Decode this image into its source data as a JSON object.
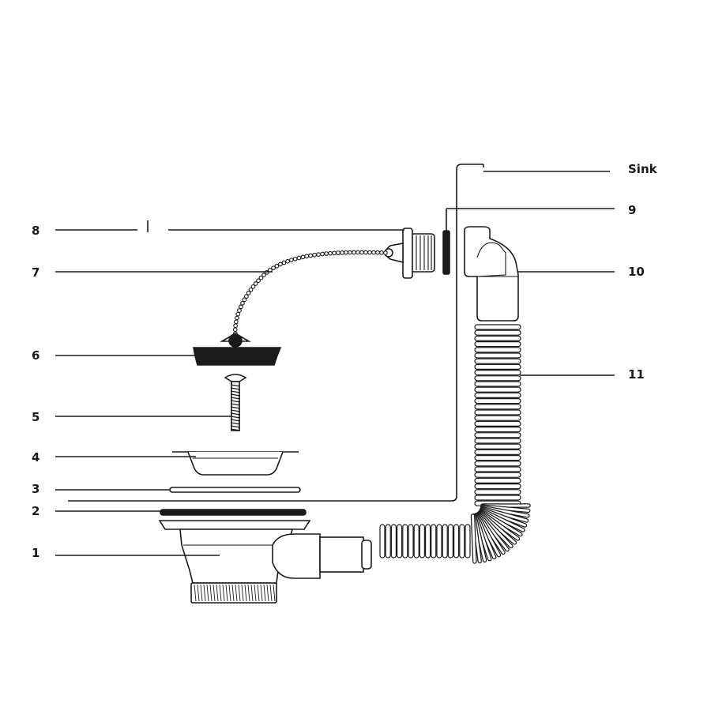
{
  "labels": {
    "sink": "Sink",
    "n1": "1",
    "n2": "2",
    "n3": "3",
    "n4": "4",
    "n5": "5",
    "n6": "6",
    "n7": "7",
    "n8": "8",
    "n9": "9",
    "n10": "10",
    "n11": "11"
  },
  "colors": {
    "ink": "#1a1a1a",
    "background": "#ffffff"
  }
}
